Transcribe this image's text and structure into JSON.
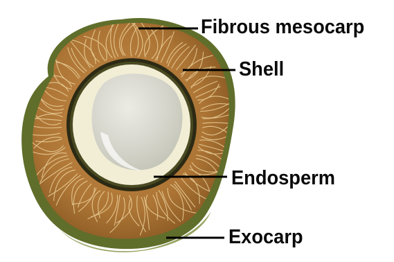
{
  "diagram": {
    "labels": {
      "fibrous_mesocarp": "Fibrous mesocarp",
      "shell": "Shell",
      "endosperm": "Endosperm",
      "exocarp": "Exocarp"
    },
    "colors": {
      "exocarp": "#5f6e2a",
      "mesocarp": "#b07838",
      "mesocarp_fiber": "#e8c890",
      "shell": "#2c2a14",
      "endosperm": "#f2eed6",
      "cavity": "#dcdad0",
      "leader_line": "#000000"
    }
  }
}
